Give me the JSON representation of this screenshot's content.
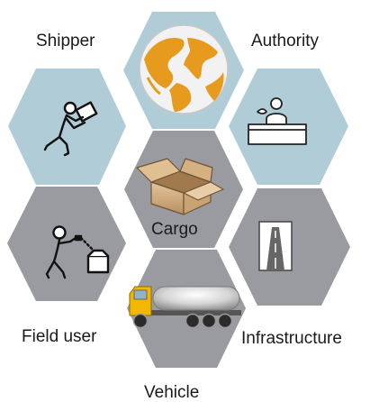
{
  "nodes": {
    "shipper": {
      "label": "Shipper",
      "icon": "person-carrying-parcel-icon"
    },
    "global": {
      "icon": "globe-icon"
    },
    "authority": {
      "label": "Authority",
      "icon": "person-at-desk-icon"
    },
    "cargo": {
      "label": "Cargo",
      "icon": "open-box-icon"
    },
    "field_user": {
      "label": "Field user",
      "icon": "person-scanning-box-icon"
    },
    "infrastructure": {
      "label": "Infrastructure",
      "icon": "road-icon"
    },
    "vehicle": {
      "label": "Vehicle",
      "icon": "tanker-truck-icon"
    }
  },
  "colors": {
    "blue_hex": "#b0ccd6",
    "gray_hex": "#999ba1",
    "globe_sea": "#f2f2f2",
    "globe_land": "#e69a1e",
    "truck_cab": "#f2b800"
  }
}
